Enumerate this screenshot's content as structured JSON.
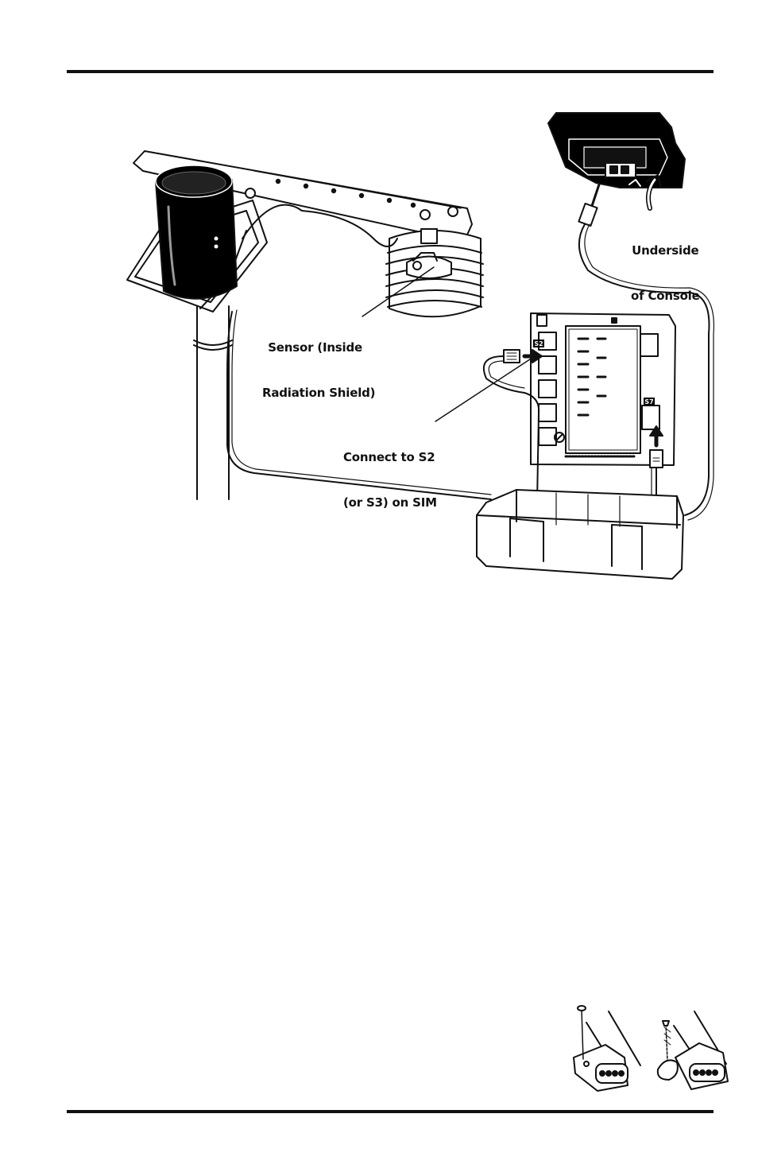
{
  "callouts": {
    "underside": {
      "line1": "Underside",
      "line2": "of Console"
    },
    "sensor": {
      "line1": "Sensor (Inside",
      "line2": "Radiation Shield)"
    },
    "connect": {
      "line1": "Connect to S2",
      "line2": "(or S3) on SIM"
    }
  },
  "board_labels": {
    "s2": "S2",
    "s7": "S7"
  },
  "colors": {
    "ink": "#111111",
    "paper": "#ffffff",
    "shade": "#000000"
  }
}
